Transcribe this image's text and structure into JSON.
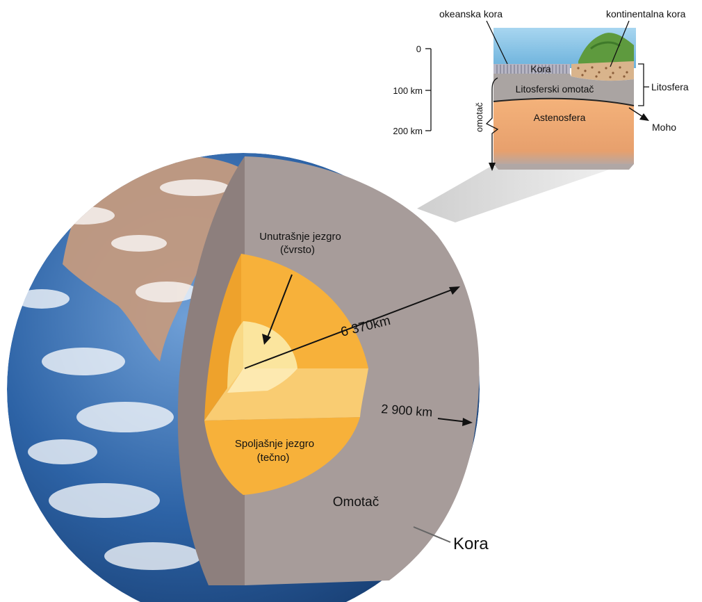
{
  "labels": {
    "oceanic_crust": "okeanska kora",
    "continental_crust": "kontinentalna kora",
    "crust_box": "Kora",
    "lithospheric_mantle": "Litosferski omotač",
    "lithosphere": "Litosfera",
    "asthenosphere": "Astenosfera",
    "moho": "Moho",
    "mantle_vertical": "omotač",
    "depth_0": "0",
    "depth_100": "100 km",
    "depth_200": "200 km",
    "inner_core_line1": "Unutrašnje jezgro",
    "inner_core_line2": "(čvrsto)",
    "outer_core_line1": "Spoljašnje jezgro",
    "outer_core_line2": "(tečno)",
    "radius": "6 370km",
    "core_depth": "2 900 km",
    "mantle": "Omotač",
    "crust": "Kora"
  },
  "colors": {
    "ocean": "#2f6fb3",
    "land": "#b98a6a",
    "mantle": "#a69a98",
    "mantle_dark": "#8f8381",
    "outer_core": "#f7b13a",
    "outer_core_top": "#f9cc72",
    "inner_core": "#fbe59e",
    "asthenosphere": "#f2a86a",
    "litho_mantle": "#aaa4a2",
    "water": "#8ec6e6"
  }
}
